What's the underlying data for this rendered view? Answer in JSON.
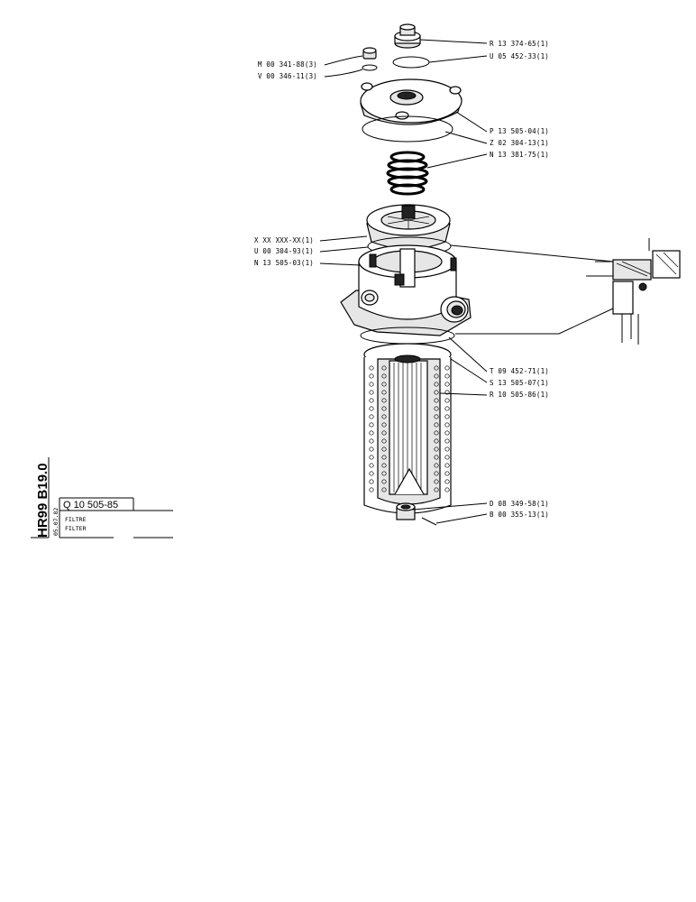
{
  "labels": [
    {
      "id": "r13374",
      "text": "R 13 374-65(1)"
    },
    {
      "id": "u05452",
      "text": "U 05 452-33(1)"
    },
    {
      "id": "m00341",
      "text": "M 00 341-88(3)"
    },
    {
      "id": "v00346",
      "text": "V 00 346-11(3)"
    },
    {
      "id": "p13505",
      "text": "P 13 505-04(1)"
    },
    {
      "id": "z02304",
      "text": "Z 02 304-13(1)"
    },
    {
      "id": "n13381",
      "text": "N 13 381-75(1)"
    },
    {
      "id": "xxx",
      "text": "X XX XXX-XX(1)"
    },
    {
      "id": "u00304",
      "text": "U 00 304-93(1)"
    },
    {
      "id": "n13505",
      "text": "N 13 505-03(1)"
    },
    {
      "id": "t09452",
      "text": "T 09 452-71(1)"
    },
    {
      "id": "s13505",
      "text": "S 13 505-07(1)"
    },
    {
      "id": "r10505",
      "text": "R 10 505-86(1)"
    },
    {
      "id": "d08349",
      "text": "D 08 349-58(1)"
    },
    {
      "id": "b00355",
      "text": "B 00 355-13(1)"
    }
  ],
  "title_block": {
    "machine_code": "HR99 B19.0",
    "date": "05.07.82",
    "part_number": "Q 10 505-85",
    "name_fr": "FILTRE",
    "name_en": "FILTER"
  }
}
